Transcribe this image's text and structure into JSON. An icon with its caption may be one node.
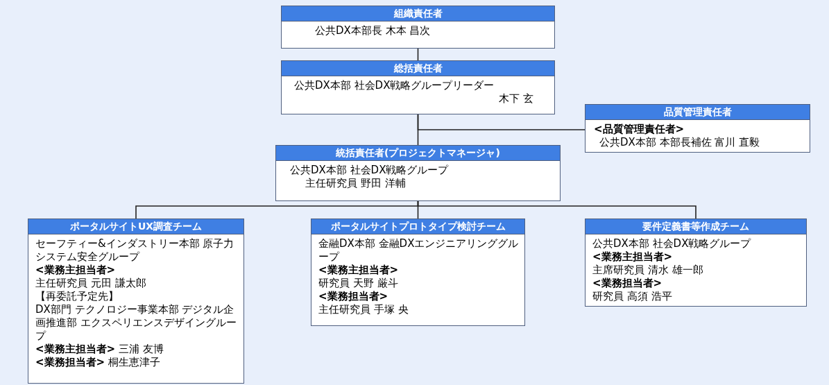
{
  "diagram": {
    "nodes": [
      {
        "text": [
          "組織責任者",
          "公共DX本部長 木本 昌次"
        ]
      },
      {
        "text": [
          "総括責任者",
          "公共DX本部 社会DX戦略グループリーダー",
          "木下 玄"
        ]
      },
      {
        "text": [
          "品質管理責任者",
          "**<品質管理責任者>**",
          "公共DX本部 本部長補佐 富川 直毅"
        ]
      },
      {
        "text": [
          "統括責任者(プロジェクトマネージャ)",
          "公共DX本部 社会DX戦略グループ",
          "主任研究員 野田 洋輔"
        ]
      },
      {
        "text": [
          "ポータルサイトUX調査チーム",
          "セーフティー&インダストリー本部 原子力システム安全グループ",
          "**<業務主担当者>**",
          "主任研究員 元田 謙太郎",
          "【再委託予定先】",
          "DX部門 テクノロジー事業本部 デジタル企画推進部 エクスペリエンスデザイングループ",
          "**<業務主担当者>** 三浦 友博",
          "**<業務担当者>** 桐生恵津子"
        ]
      },
      {
        "text": [
          "ポータルサイトプロトタイプ検討チーム",
          "金融DX本部 金融DXエンジニアリンググループ",
          "**<業務主担当者>**",
          "研究員 天野 厳斗",
          "**<業務担当者>**",
          "主任研究員 手塚 央"
        ]
      },
      {
        "text": [
          "要件定義書等作成チーム",
          "公共DX本部 社会DX戦略グループ",
          "**<業務主担当者>**",
          "主席研究員 清水 雄一郎",
          "**<業務担当者>**",
          "研究員 高須 浩平"
        ]
      }
    ],
    "edges": [
      {
        "from": 0,
        "to": 1,
        "arrow": "none"
      },
      {
        "from": 1,
        "to": 2,
        "arrow": "none"
      },
      {
        "from": 1,
        "to": 3,
        "arrow": "none"
      },
      {
        "from": 3,
        "to": 4,
        "arrow": "none"
      },
      {
        "from": 3,
        "to": 5,
        "arrow": "none"
      },
      {
        "from": 3,
        "to": 6,
        "arrow": "none"
      }
    ]
  }
}
